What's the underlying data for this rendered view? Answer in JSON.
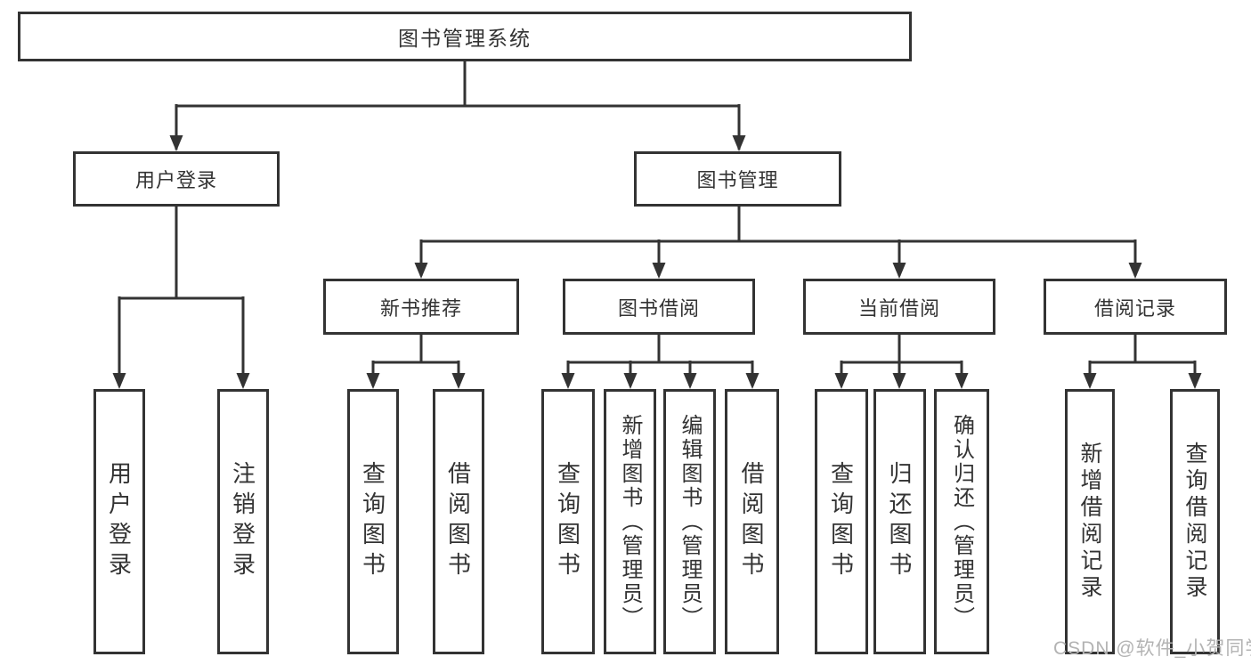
{
  "root": {
    "label": "图书管理系统"
  },
  "level2": {
    "user_login": {
      "label": "用户登录"
    },
    "book_mgmt": {
      "label": "图书管理"
    }
  },
  "level3": {
    "new_books": {
      "label": "新书推荐"
    },
    "borrowing": {
      "label": "图书借阅"
    },
    "current": {
      "label": "当前借阅"
    },
    "records": {
      "label": "借阅记录"
    }
  },
  "leaves": {
    "user_login": [
      "用户登录",
      "注销登录"
    ],
    "new_books": [
      "查询图书",
      "借阅图书"
    ],
    "borrowing": [
      "查询图书",
      "新增图书（管理员）",
      "编辑图书（管理员）",
      "借阅图书"
    ],
    "current": [
      "查询图书",
      "归还图书",
      "确认归还（管理员）"
    ],
    "records": [
      "新增借阅记录",
      "查询借阅记录"
    ]
  },
  "watermark": "CSDN @软件_小贺同学",
  "colors": {
    "line": "#333333",
    "text": "#333333",
    "watermark": "#b3b3b3",
    "background": "#ffffff"
  }
}
